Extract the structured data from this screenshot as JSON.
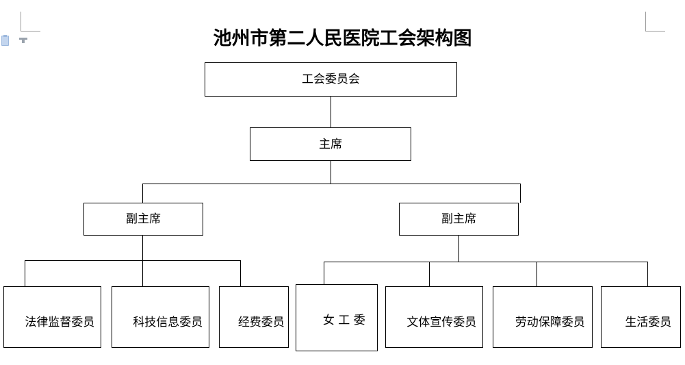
{
  "document": {
    "title": "池州市第二人民医院工会架构图"
  },
  "gutter": {
    "paste_icon": "paste-options-icon",
    "layout_icon": "layout-options-icon"
  },
  "margin_marks": {
    "top_left": "page-margin-corner-top-left",
    "top_right": "page-margin-corner-top-right"
  },
  "org_chart": {
    "type": "tree",
    "root": {
      "id": "union-committee",
      "label": "工会委员会"
    },
    "level2": {
      "id": "chairman",
      "label": "主席"
    },
    "level3": [
      {
        "id": "vice-chairman-left",
        "label": "副主席"
      },
      {
        "id": "vice-chairman-right",
        "label": "副主席"
      }
    ],
    "level4_left": [
      {
        "id": "legal-supervision",
        "label": "法律监督委员"
      },
      {
        "id": "science-technology-information",
        "label": "科技信息委员"
      },
      {
        "id": "funding",
        "label": "经费委员"
      }
    ],
    "level4_right": [
      {
        "id": "women-workers",
        "label": "女 工 委"
      },
      {
        "id": "culture-sports-publicity",
        "label": "文体宣传委员"
      },
      {
        "id": "labor-protection",
        "label": "劳动保障委员"
      },
      {
        "id": "welfare",
        "label": "生活委员"
      }
    ]
  }
}
